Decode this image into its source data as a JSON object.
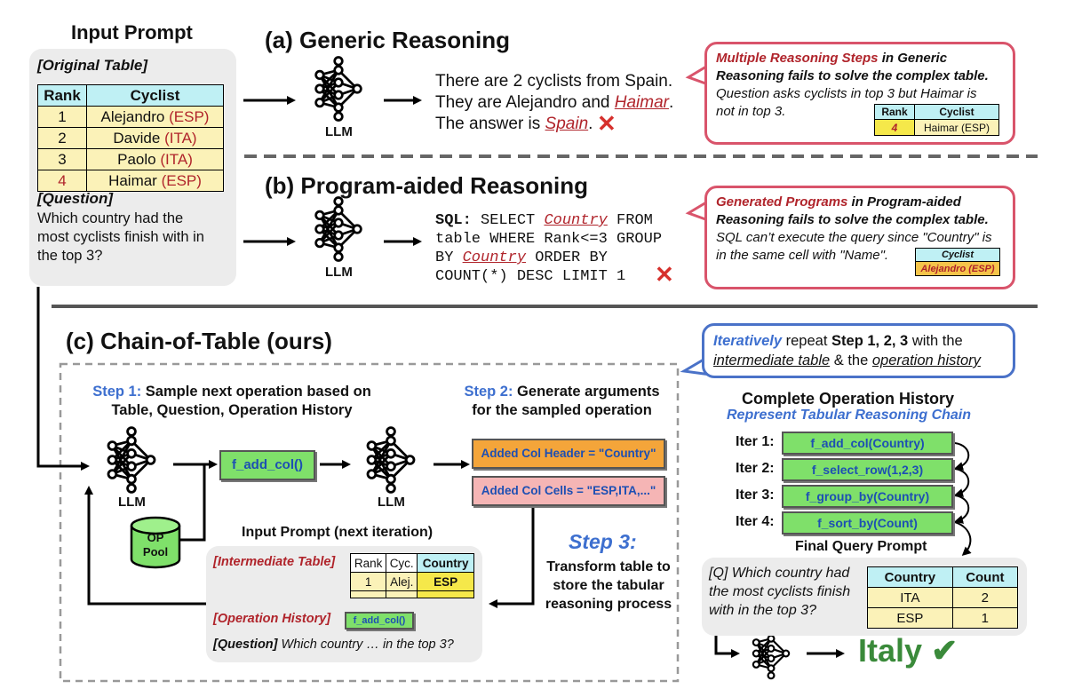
{
  "input_prompt": {
    "title": "Input Prompt",
    "table_label": "[Original Table]",
    "headers": [
      "Rank",
      "Cyclist"
    ],
    "rows": [
      {
        "rank": "1",
        "name": "Alejandro",
        "country": "(ESP)"
      },
      {
        "rank": "2",
        "name": "Davide",
        "country": "(ITA)"
      },
      {
        "rank": "3",
        "name": "Paolo",
        "country": "(ITA)"
      },
      {
        "rank": "4",
        "name": "Haimar",
        "country": "(ESP)"
      }
    ],
    "question_label": "[Question]",
    "question_lines": [
      "Which country had the",
      "most cyclists finish with in",
      "the top 3?"
    ]
  },
  "section_a": {
    "title": "(a) Generic Reasoning",
    "llm": "LLM",
    "line1": "There are 2 cyclists from Spain.",
    "line2_pre": "They are Alejandro and ",
    "line2_ul": "Haimar",
    "line2_post": ".",
    "line3_pre": "The answer is ",
    "line3_ul": "Spain",
    "line3_post": ".",
    "mark": "✕",
    "callout": {
      "bold1": "Multiple Reasoning Steps",
      "rest1": " in Generic",
      "line2": "Reasoning fails to solve the complex table.",
      "line3": "Question asks cyclists in top 3 but Haimar is",
      "line4": "not in top 3.",
      "mini_headers": [
        "Rank",
        "Cyclist"
      ],
      "mini_row": [
        "4",
        "Haimar (ESP)"
      ]
    }
  },
  "section_b": {
    "title": "(b) Program-aided Reasoning",
    "llm": "LLM",
    "sql_kw": "SQL:",
    "sql_l1_pre": " SELECT ",
    "sql_l1_ul": "Country",
    "sql_l1_post": " FROM",
    "sql_l2": "table WHERE Rank<=3 GROUP",
    "sql_l3_pre": "BY ",
    "sql_l3_ul": "Country",
    "sql_l3_post": " ORDER BY",
    "sql_l4": "COUNT(*) DESC LIMIT 1",
    "mark": "✕",
    "callout": {
      "bold1": "Generated Programs",
      "rest1": " in Program-aided",
      "line2": "Reasoning fails to solve the complex table.",
      "line3": "SQL can’t execute the query since \"Country\" is",
      "line4": "in the same cell with \"Name\".",
      "mini_header": "Cyclist",
      "mini_cell": "Alejandro (ESP)"
    }
  },
  "section_c": {
    "title": "(c) Chain-of-Table (ours)",
    "repeat_callout": {
      "w1": "Iteratively",
      "w2": " repeat ",
      "w3": "Step 1, 2, 3",
      "w4": " with the",
      "w5": "intermediate table",
      "w6": " & the ",
      "w7": "operation history"
    },
    "step1_label": "Step 1:",
    "step1_text1": " Sample next operation based on",
    "step1_text2": "Table, Question, Operation History",
    "step2_label": "Step 2:",
    "step2_text1": " Generate arguments",
    "step2_text2": "for the sampled operation",
    "step3_label": "Step 3:",
    "step3_lines": [
      "Transform table to",
      "store the tabular",
      "reasoning process"
    ],
    "llm1": "LLM",
    "llm2": "LLM",
    "op_box": "f_add_col()",
    "op_pool": [
      "OP",
      "Pool"
    ],
    "arg_header": "Added Col Header = \"Country\"",
    "arg_cells": "Added Col Cells = \"ESP,ITA,...\"",
    "next_prompt": {
      "title": "Input Prompt (next iteration)",
      "table_label": "[Intermediate Table]",
      "headers": [
        "Rank",
        "Cyc.",
        "Country"
      ],
      "row": [
        "1",
        "Alej.",
        "ESP"
      ],
      "history_label": "[Operation History]",
      "history_op": "f_add_col()",
      "question_label": "[Question]",
      "question_text": " Which country … in the top 3?"
    }
  },
  "history": {
    "title": "Complete Operation History",
    "subtitle": "Represent Tabular Reasoning Chain",
    "iters": [
      {
        "label": "Iter 1:",
        "op": "f_add_col(Country)"
      },
      {
        "label": "Iter 2:",
        "op": "f_select_row(1,2,3)"
      },
      {
        "label": "Iter 3:",
        "op": "f_group_by(Country)"
      },
      {
        "label": "Iter 4:",
        "op": "f_sort_by(Count)"
      }
    ],
    "final_title": "Final Query Prompt",
    "final_question_lines": [
      "[Q] Which country had",
      "the most cyclists finish",
      "with in the top 3?"
    ],
    "final_headers": [
      "Country",
      "Count"
    ],
    "final_rows": [
      [
        "ITA",
        "2"
      ],
      [
        "ESP",
        "1"
      ]
    ],
    "answer": "Italy",
    "check": "✔"
  },
  "colors": {
    "red_accent": "#b0242b",
    "blue_accent": "#3d6fcf",
    "green_answer": "#3a8a3a",
    "callout_border": "#d9546b",
    "op_green": "#7fe06a",
    "table_header": "#bff0f4",
    "table_cell": "#fbf2b8"
  },
  "icons": {
    "llm": "neural-network-icon",
    "cross": "cross-mark-icon",
    "check": "check-mark-icon",
    "pool": "cylinder-database-icon"
  }
}
